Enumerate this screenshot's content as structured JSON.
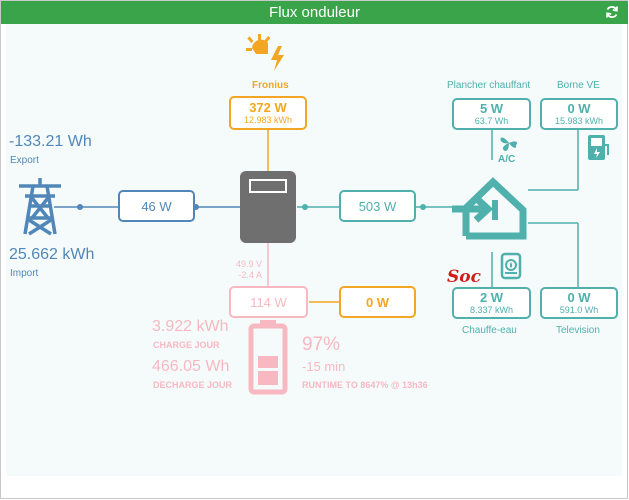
{
  "header": {
    "title": "Flux onduleur",
    "refresh_icon": "refresh-icon"
  },
  "grid": {
    "export_value": "-133.21 Wh",
    "export_label": "Export",
    "import_value": "25.662 kWh",
    "import_label": "Import",
    "icon": "power-pylon-icon",
    "flow": "46 W"
  },
  "solar": {
    "name": "Fronius",
    "icon": "sun-lightning-icon",
    "power": "372 W",
    "energy": "12.983 kWh"
  },
  "inverter": {
    "icon": "inverter-icon"
  },
  "home": {
    "flow": "503 W",
    "icon": "home-import-icon"
  },
  "loads": {
    "floor_heating": {
      "title": "Plancher chauffant",
      "power": "5 W",
      "energy": "63.7 Wh",
      "icon": "air-conditioner-icon",
      "icon_text": "A/C"
    },
    "ev_charger": {
      "title": "Borne VE",
      "power": "0 W",
      "energy": "15.983 kWh",
      "icon": "ev-station-icon"
    },
    "water_heater": {
      "title": "Chauffe-eau",
      "power": "2 W",
      "energy": "8.337 kWh",
      "icon": "water-boiler-icon",
      "annotation": "Soc"
    },
    "tv": {
      "title": "Television",
      "power": "0 W",
      "energy": "591.0 Wh"
    }
  },
  "battery": {
    "voltage": "49.9 V",
    "current": "-2.4 A",
    "power": "114 W",
    "aux_power": "0 W",
    "charge_value": "3.922 kWh",
    "charge_label": "CHARGE JOUR",
    "discharge_value": "466.05 Wh",
    "discharge_label": "DECHARGE JOUR",
    "soc": "97%",
    "runtime": "-15 min",
    "runtime_label": "RUNTIME TO 8647% @ 13h36",
    "icon": "battery-icon"
  },
  "colors": {
    "header": "#3aa44a",
    "grid": "#5187b8",
    "home": "#4fb0ac",
    "solar": "#f2a623",
    "battery": "#f7b8c1",
    "inverter": "#6f6f6f"
  }
}
